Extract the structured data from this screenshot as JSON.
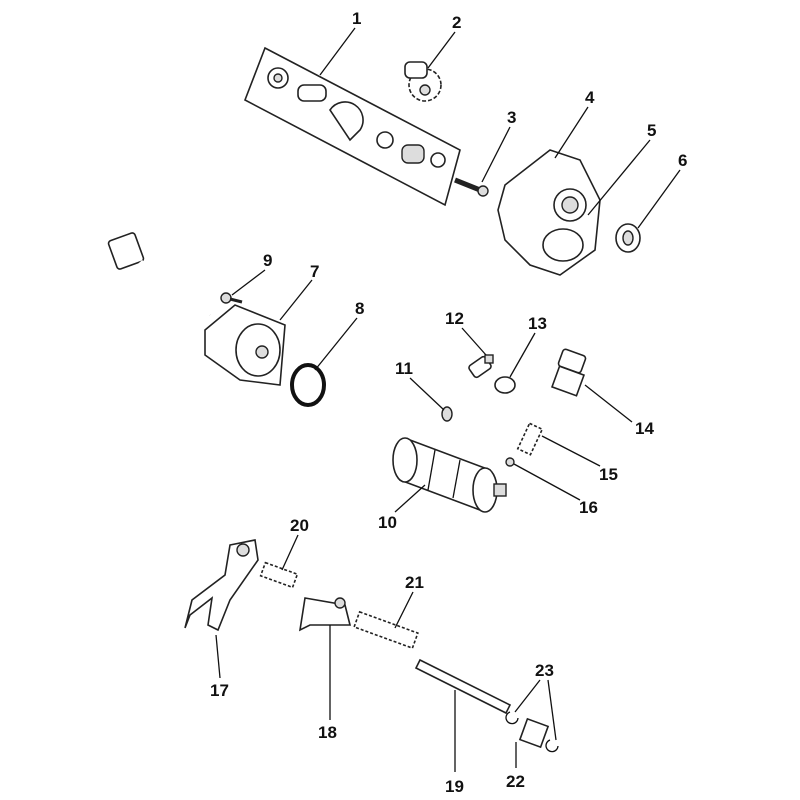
{
  "diagram": {
    "title_visible": false,
    "callouts": [
      {
        "id": "1",
        "label": "1"
      },
      {
        "id": "2",
        "label": "2"
      },
      {
        "id": "3",
        "label": "3"
      },
      {
        "id": "4",
        "label": "4"
      },
      {
        "id": "5",
        "label": "5"
      },
      {
        "id": "6",
        "label": "6"
      },
      {
        "id": "7",
        "label": "7"
      },
      {
        "id": "8",
        "label": "8"
      },
      {
        "id": "9",
        "label": "9"
      },
      {
        "id": "10",
        "label": "10"
      },
      {
        "id": "11",
        "label": "11"
      },
      {
        "id": "12",
        "label": "12"
      },
      {
        "id": "13",
        "label": "13"
      },
      {
        "id": "14",
        "label": "14"
      },
      {
        "id": "15",
        "label": "15"
      },
      {
        "id": "16",
        "label": "16"
      },
      {
        "id": "17",
        "label": "17"
      },
      {
        "id": "18",
        "label": "18"
      },
      {
        "id": "19",
        "label": "19"
      },
      {
        "id": "20",
        "label": "20"
      },
      {
        "id": "21",
        "label": "21"
      },
      {
        "id": "22",
        "label": "22"
      },
      {
        "id": "23",
        "label": "23"
      }
    ]
  }
}
